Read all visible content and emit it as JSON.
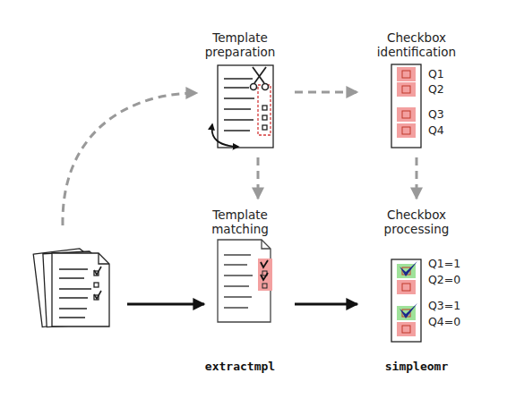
{
  "diagram": {
    "nodes": [
      {
        "text": [
          "Template preparation"
        ]
      },
      {
        "text": [
          "Checkbox identification",
          "Q1",
          "Q2",
          "Q3",
          "Q4"
        ]
      },
      {
        "text": [
          "Template matching",
          "extractmpl"
        ]
      },
      {
        "text": [
          "Checkbox processing",
          "Q1=1",
          "Q2=0",
          "Q3=1",
          "Q4=0",
          "simpleomr"
        ]
      }
    ],
    "edges": [
      {
        "from": 0,
        "to": 1,
        "arrow": "to"
      },
      {
        "from": 0,
        "to": 2,
        "arrow": "to"
      },
      {
        "from": 1,
        "to": 3,
        "arrow": "to"
      },
      {
        "from": 2,
        "to": 3,
        "arrow": "to"
      }
    ]
  }
}
